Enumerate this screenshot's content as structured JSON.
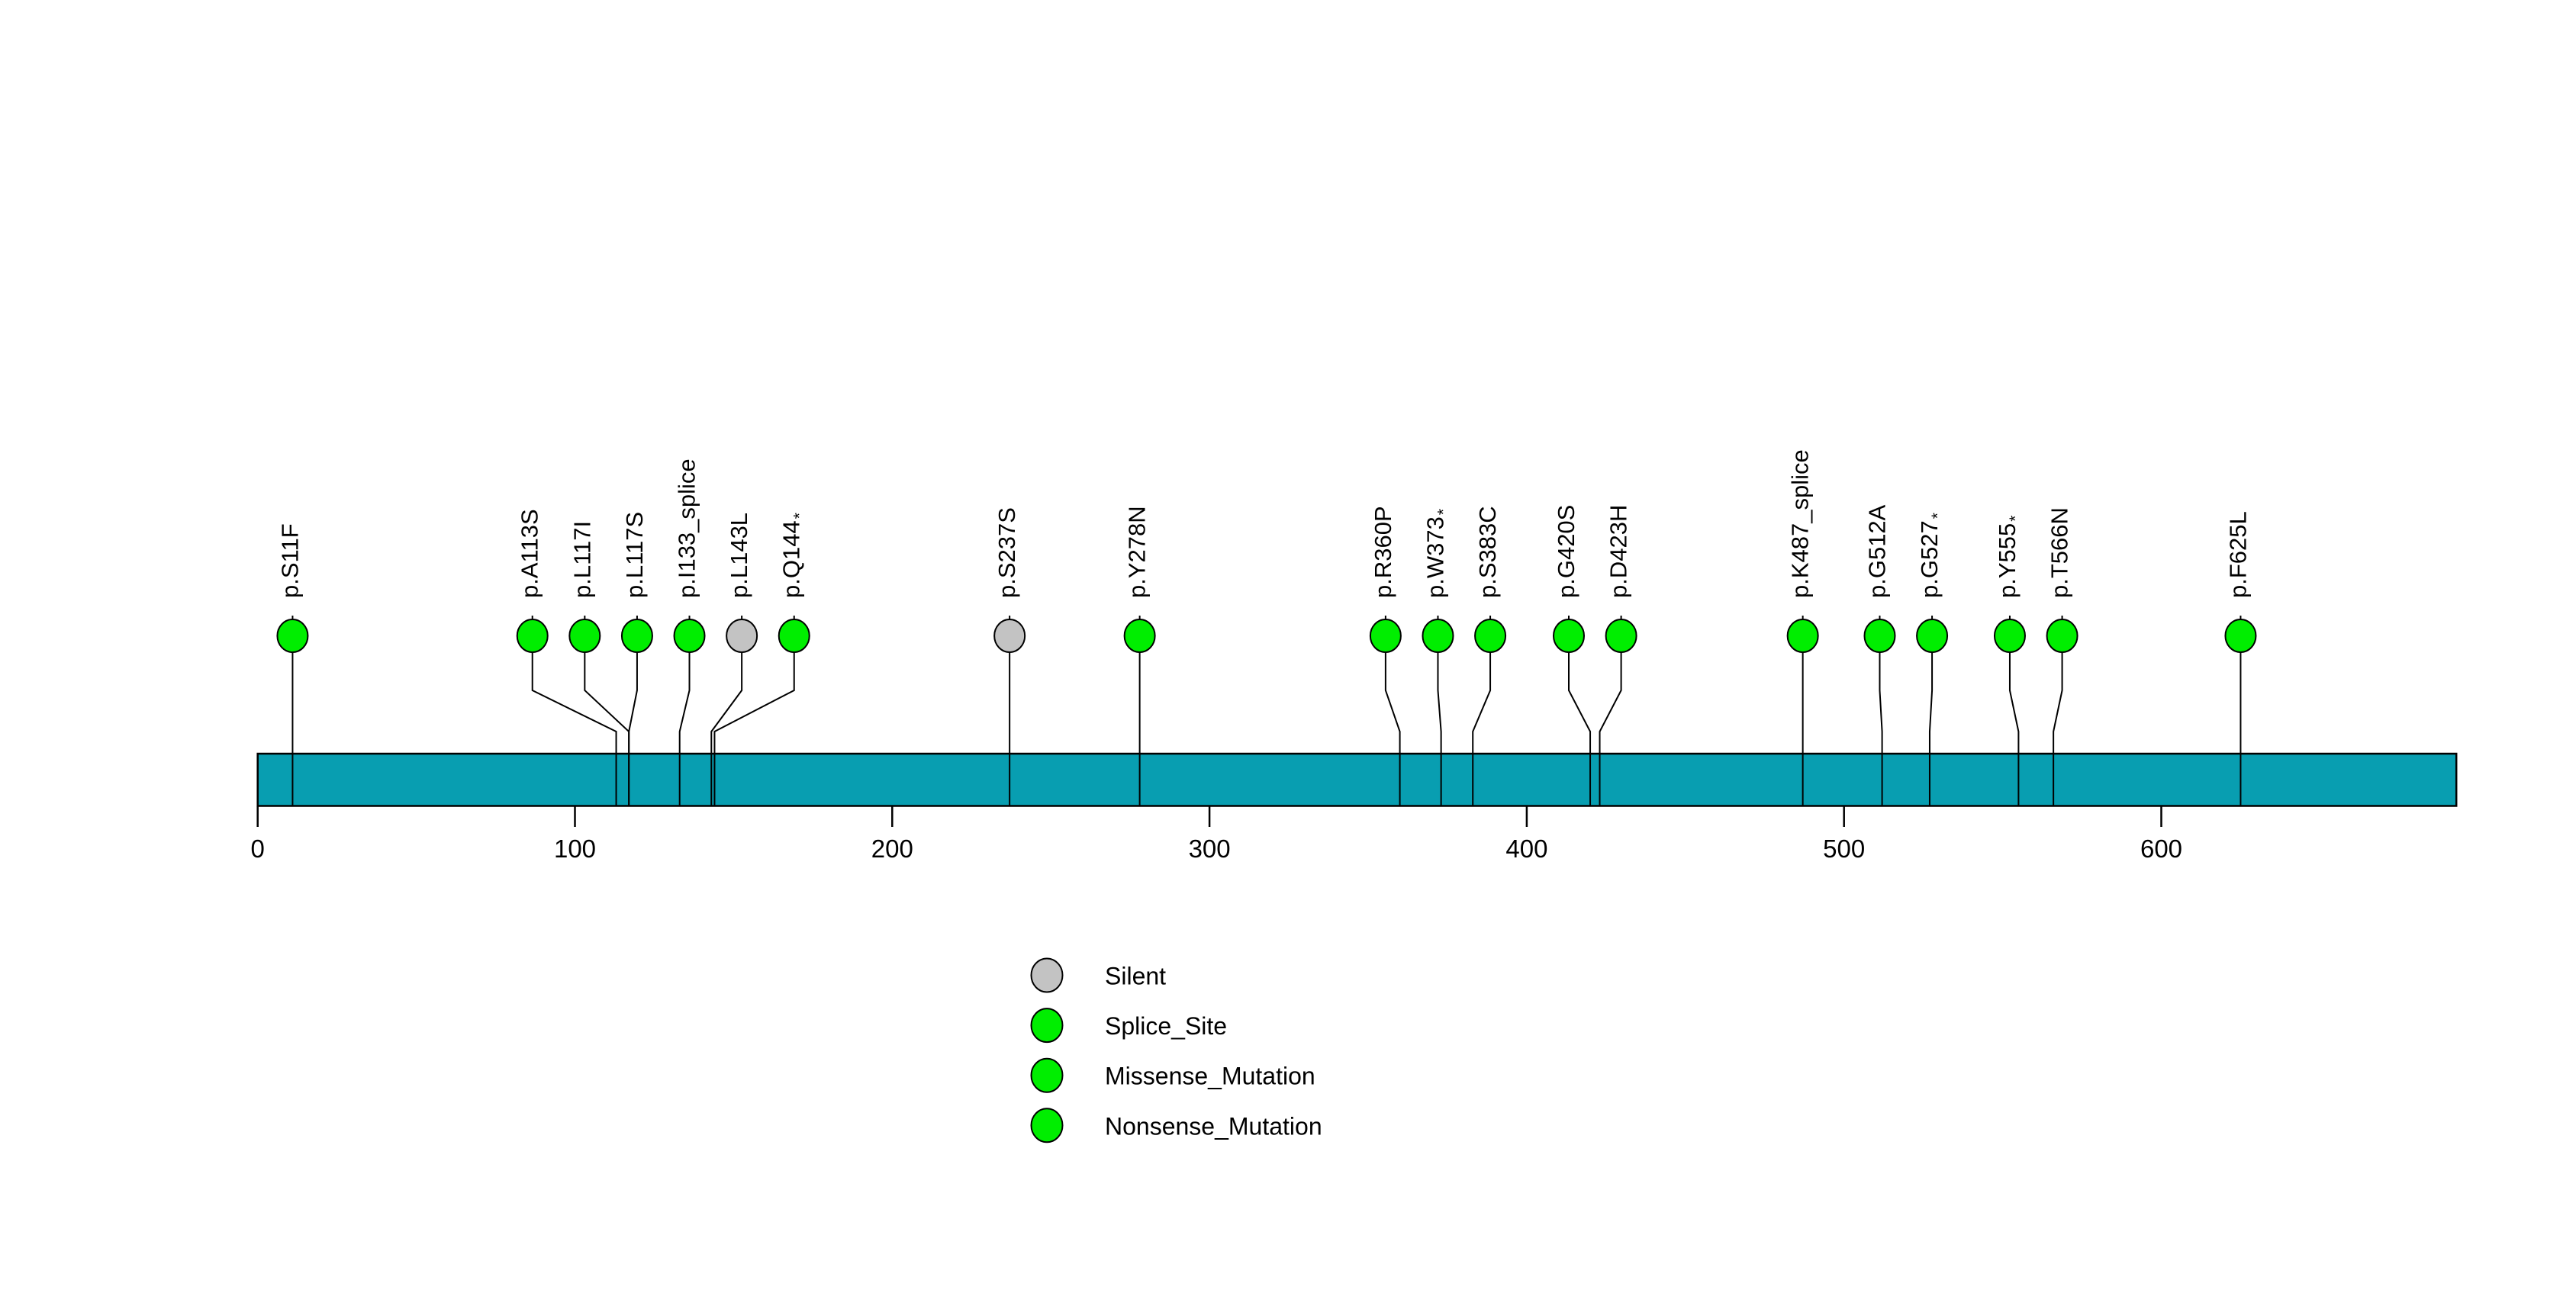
{
  "chart_data": {
    "type": "lollipop",
    "title": "",
    "xlabel": "",
    "ylabel": "",
    "grid": false,
    "legend_position": "bottom-center",
    "gene_track": {
      "protein_length": 693,
      "bar_color": "#089EB1",
      "bar_border_color": "#000000"
    },
    "x_axis": {
      "ticks": [
        0,
        100,
        200,
        300,
        400,
        500,
        600
      ],
      "range": [
        0,
        693
      ]
    },
    "type_colors": {
      "Silent": "#C3C3C3",
      "Splice_Site": "#00EE00",
      "Missense_Mutation": "#00EE00",
      "Nonsense_Mutation": "#00EE00"
    },
    "mutations": [
      {
        "label": "p.S11F",
        "star": false,
        "pos": 11,
        "type": "Missense_Mutation"
      },
      {
        "label": "p.A113S",
        "star": false,
        "pos": 113,
        "type": "Missense_Mutation"
      },
      {
        "label": "p.L117I",
        "star": false,
        "pos": 117,
        "type": "Missense_Mutation"
      },
      {
        "label": "p.L117S",
        "star": false,
        "pos": 117,
        "type": "Missense_Mutation"
      },
      {
        "label": "p.I133_splice",
        "star": false,
        "pos": 133,
        "type": "Splice_Site"
      },
      {
        "label": "p.L143L",
        "star": false,
        "pos": 143,
        "type": "Silent"
      },
      {
        "label": "p.Q144",
        "star": true,
        "pos": 144,
        "type": "Nonsense_Mutation"
      },
      {
        "label": "p.S237S",
        "star": false,
        "pos": 237,
        "type": "Silent"
      },
      {
        "label": "p.Y278N",
        "star": false,
        "pos": 278,
        "type": "Missense_Mutation"
      },
      {
        "label": "p.R360P",
        "star": false,
        "pos": 360,
        "type": "Missense_Mutation"
      },
      {
        "label": "p.W373",
        "star": true,
        "pos": 373,
        "type": "Nonsense_Mutation"
      },
      {
        "label": "p.S383C",
        "star": false,
        "pos": 383,
        "type": "Missense_Mutation"
      },
      {
        "label": "p.G420S",
        "star": false,
        "pos": 420,
        "type": "Missense_Mutation"
      },
      {
        "label": "p.D423H",
        "star": false,
        "pos": 423,
        "type": "Missense_Mutation"
      },
      {
        "label": "p.K487_splice",
        "star": false,
        "pos": 487,
        "type": "Splice_Site"
      },
      {
        "label": "p.G512A",
        "star": false,
        "pos": 512,
        "type": "Missense_Mutation"
      },
      {
        "label": "p.G527",
        "star": true,
        "pos": 527,
        "type": "Nonsense_Mutation"
      },
      {
        "label": "p.Y555",
        "star": true,
        "pos": 555,
        "type": "Nonsense_Mutation"
      },
      {
        "label": "p.T566N",
        "star": false,
        "pos": 566,
        "type": "Missense_Mutation"
      },
      {
        "label": "p.F625L",
        "star": false,
        "pos": 625,
        "type": "Missense_Mutation"
      }
    ],
    "legend": [
      {
        "label": "Silent",
        "color": "#C3C3C3"
      },
      {
        "label": "Splice_Site",
        "color": "#00EE00"
      },
      {
        "label": "Missense_Mutation",
        "color": "#00EE00"
      },
      {
        "label": "Nonsense_Mutation",
        "color": "#00EE00"
      }
    ],
    "star_glyph": "*"
  }
}
